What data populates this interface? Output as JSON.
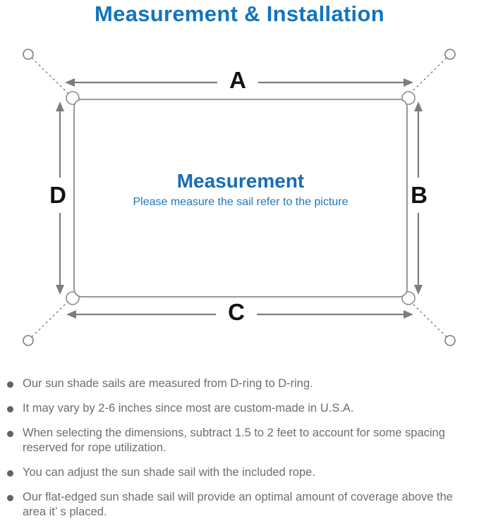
{
  "title": "Measurement & Installation",
  "diagram": {
    "labels": {
      "top": "A",
      "right": "B",
      "bottom": "C",
      "left": "D"
    },
    "center_heading": "Measurement",
    "center_subtitle": "Please measure the sail refer to the picture"
  },
  "notes": [
    "Our sun shade sails are measured from D-ring to D-ring.",
    "It may vary by 2-6 inches since most are custom-made in U.S.A.",
    "When selecting the dimensions, subtract 1.5 to 2 feet to account for some spacing reserved for rope utilization.",
    "You can adjust the sun shade sail with the included rope.",
    "Our flat-edged sun shade sail will provide an optimal amount of coverage above the area it’ s placed."
  ],
  "colors": {
    "title_blue": "#1474bd",
    "heading_blue": "#176db6",
    "subtitle_blue": "#1e78c2",
    "line_gray": "#7d7d7d",
    "outline_gray": "#8c8c8c",
    "note_text_gray": "#6e6e6e",
    "bullet_gray": "#636363",
    "dimension_label_black": "#111111"
  }
}
